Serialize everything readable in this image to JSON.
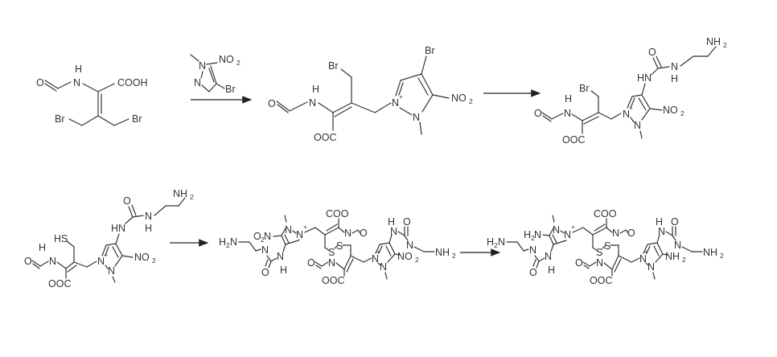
{
  "scheme": {
    "type": "reaction-scheme",
    "rows": 2,
    "arrows": [
      {
        "id": "arrow-1",
        "reagent": "4-bromo-1-methyl-5-nitropyrazole"
      },
      {
        "id": "arrow-2",
        "reagent": ""
      },
      {
        "id": "arrow-3",
        "reagent": ""
      },
      {
        "id": "arrow-4",
        "reagent": ""
      }
    ]
  },
  "labels": {
    "O": "O",
    "N": "N",
    "H": "H",
    "HN": "HN",
    "NH": "NH",
    "COOH": "COOH",
    "OOC": "OOC",
    "COO": "COO",
    "Br": "Br",
    "SH": "HS",
    "S": "S",
    "NO": "NO",
    "NH2_N": "NH",
    "NH2_sub": "2",
    "H2": "H",
    "H2_sub": "2",
    "plus": "+",
    "O2": "O",
    "O2_sub": "2"
  },
  "molecules": [
    {
      "id": "mol-1",
      "name": "starting-material",
      "labels": [
        "O",
        "H",
        "N",
        "COOH",
        "Br",
        "Br"
      ]
    },
    {
      "id": "reagent",
      "name": "4-bromo-1-methyl-5-nitropyrazole",
      "labels": [
        "N",
        "N",
        "NO2",
        "Br"
      ]
    },
    {
      "id": "mol-2",
      "name": "bromomethyl-pyrazolium-intermediate",
      "labels": [
        "Br",
        "Br",
        "H",
        "O",
        "N",
        "OOC",
        "N+",
        "N",
        "NO2"
      ]
    },
    {
      "id": "mol-3",
      "name": "urea-pyrazolium-intermediate",
      "labels": [
        "O",
        "NH2",
        "HN",
        "N",
        "H",
        "Br",
        "H",
        "O",
        "N",
        "N+",
        "N",
        "NO2",
        "OOC"
      ]
    },
    {
      "id": "mol-4",
      "name": "thiol-intermediate",
      "labels": [
        "O",
        "NH2",
        "HN",
        "N",
        "H",
        "HS",
        "H",
        "O",
        "N",
        "N+",
        "N",
        "NO2",
        "OOC"
      ]
    },
    {
      "id": "mol-5",
      "name": "disulfide-dimer-nitro",
      "labels": [
        "H2N",
        "O2N",
        "N",
        "N+",
        "COO",
        "N",
        "O",
        "S",
        "S",
        "O",
        "N",
        "OOC",
        "N+",
        "N",
        "NO2",
        "H",
        "O",
        "N",
        "NH2",
        "N",
        "O",
        "H"
      ]
    },
    {
      "id": "mol-6",
      "name": "disulfide-dimer-amino",
      "labels": [
        "H2N",
        "H2N",
        "N",
        "N+",
        "COO",
        "N",
        "O",
        "S",
        "S",
        "O",
        "N",
        "OOC",
        "N+",
        "N",
        "NH2",
        "H",
        "O",
        "N",
        "NH2",
        "N",
        "O",
        "H"
      ]
    }
  ]
}
